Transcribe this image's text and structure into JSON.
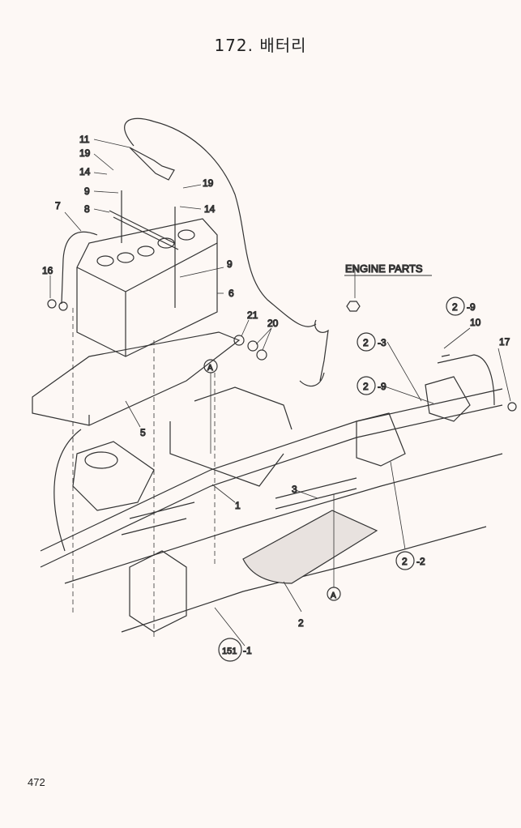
{
  "title": "172. 배터리",
  "page_number": "472",
  "labels": {
    "l11": "11",
    "l19a": "19",
    "l14a": "14",
    "l9a": "9",
    "l8": "8",
    "l7": "7",
    "l16": "16",
    "l19b": "19",
    "l14b": "14",
    "l9b": "9",
    "l6": "6",
    "l21": "21",
    "l20": "20",
    "l5": "5",
    "l1": "1",
    "l3": "3",
    "l2": "2",
    "l10": "10",
    "l17": "17",
    "l151_suffix": "-1",
    "engine_parts": "ENGINE PARTS",
    "ref_2_9_top": "2",
    "ref_2_9_top_s": "-9",
    "ref_2_3": "2",
    "ref_2_3_s": "-3",
    "ref_2_9_mid": "2",
    "ref_2_9_mid_s": "-9",
    "ref_2_2": "2",
    "ref_2_2_s": "-2",
    "ref_151": "151",
    "marker_a_top": "A",
    "marker_a_bottom": "A"
  }
}
